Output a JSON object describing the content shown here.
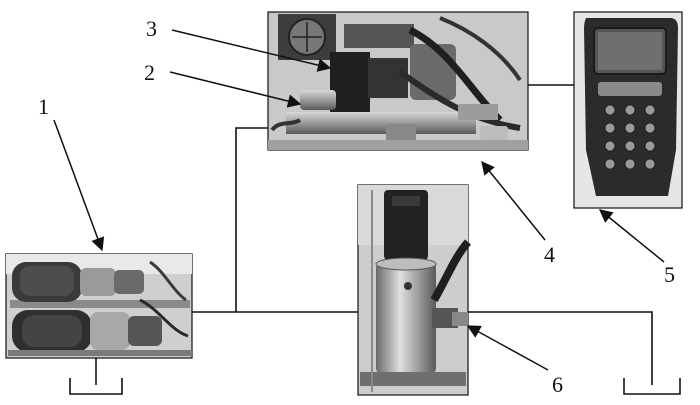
{
  "diagram": {
    "callouts": [
      {
        "id": "1",
        "label": "1"
      },
      {
        "id": "2",
        "label": "2"
      },
      {
        "id": "3",
        "label": "3"
      },
      {
        "id": "4",
        "label": "4"
      },
      {
        "id": "5",
        "label": "5"
      },
      {
        "id": "6",
        "label": "6"
      }
    ]
  },
  "colors": {
    "line": "#111111",
    "photo_dark": "#2a2a2a",
    "photo_mid": "#6f6f6f",
    "photo_light": "#bdbdbd"
  }
}
